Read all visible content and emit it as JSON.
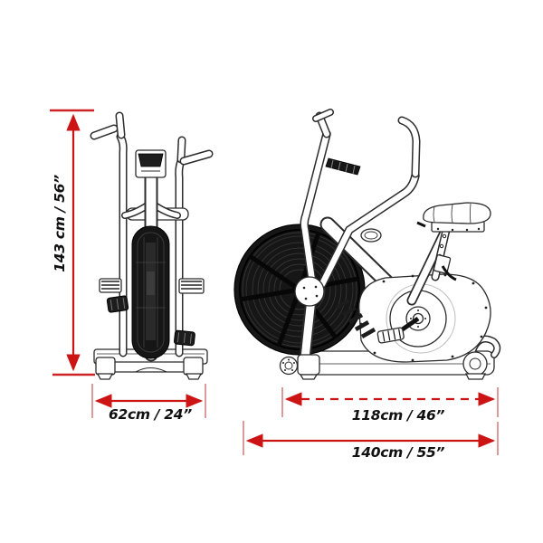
{
  "page": {
    "title": "Air bike dimensions diagram"
  },
  "diagram": {
    "views": [
      {
        "name": "front-view",
        "description": "air bike front elevation line drawing"
      },
      {
        "name": "side-view",
        "description": "air bike side elevation line drawing"
      }
    ],
    "dimensions": {
      "height": {
        "label": "143 cm / 56”",
        "orientation": "vertical",
        "line_style": "solid"
      },
      "width": {
        "label": "62cm / 24”",
        "orientation": "horizontal",
        "line_style": "solid"
      },
      "length_inner": {
        "label": "118cm / 46”",
        "orientation": "horizontal",
        "line_style": "dashed"
      },
      "length_overall": {
        "label": "140cm / 55”",
        "orientation": "horizontal",
        "line_style": "solid"
      }
    },
    "colors": {
      "arrow_red": "#cc1414",
      "tick_red": "#d98f8f",
      "cap_red": "#cc2424",
      "line_dark": "#2b2b2b",
      "fan_black": "#161616",
      "label_black": "#111111",
      "background": "#ffffff"
    }
  }
}
